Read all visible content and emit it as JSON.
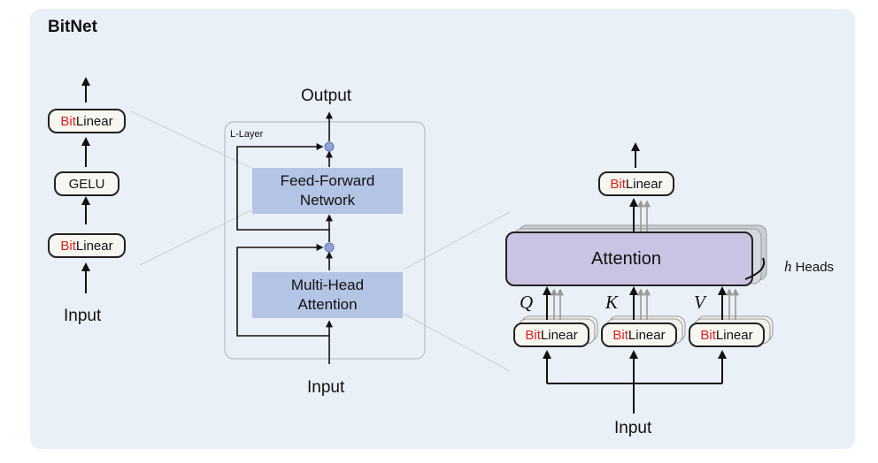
{
  "title": "BitNet",
  "ffn": {
    "bitlinear_top": {
      "bit": "Bit",
      "rest": "Linear"
    },
    "gelu": "GELU",
    "bitlinear_bottom": {
      "bit": "Bit",
      "rest": "Linear"
    },
    "input": "Input"
  },
  "transformer": {
    "output": "Output",
    "layer_label": "L-Layer",
    "ffn_block": "Feed-Forward\nNetwork",
    "mha_block": "Multi-Head\nAttention",
    "input": "Input"
  },
  "attention": {
    "bitlinear_top": {
      "bit": "Bit",
      "rest": "Linear"
    },
    "attention_label": "Attention",
    "heads_var": "h",
    "heads_label": "Heads",
    "q": "Q",
    "k": "K",
    "v": "V",
    "bitlinear_q": {
      "bit": "Bit",
      "rest": "Linear"
    },
    "bitlinear_k": {
      "bit": "Bit",
      "rest": "Linear"
    },
    "bitlinear_v": {
      "bit": "Bit",
      "rest": "Linear"
    },
    "input": "Input"
  },
  "colors": {
    "panel_bg": "#eaf0f8",
    "block_fill": "#b4c4e4",
    "attention_fill": "#cbc3e3",
    "bit_red": "#e0201b",
    "residual_node": "#8fa3d6"
  }
}
